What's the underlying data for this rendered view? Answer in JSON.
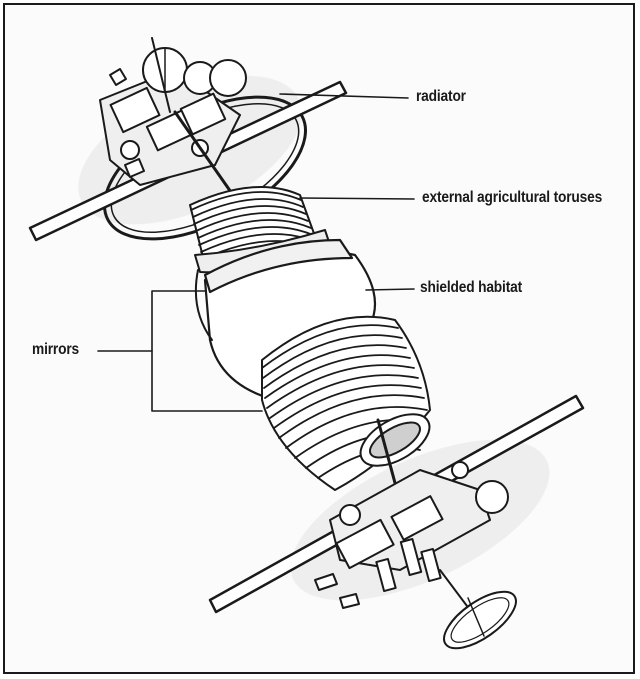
{
  "labels": {
    "radiator": "radiator",
    "torus": "external agricultural toruses",
    "habitat": "shielded habitat",
    "mirrors": "mirrors"
  },
  "colors": {
    "ink": "#1a1a1a",
    "fill": "#ffffff",
    "shade": "#dcdcdc",
    "paper": "#fbfbfb"
  }
}
